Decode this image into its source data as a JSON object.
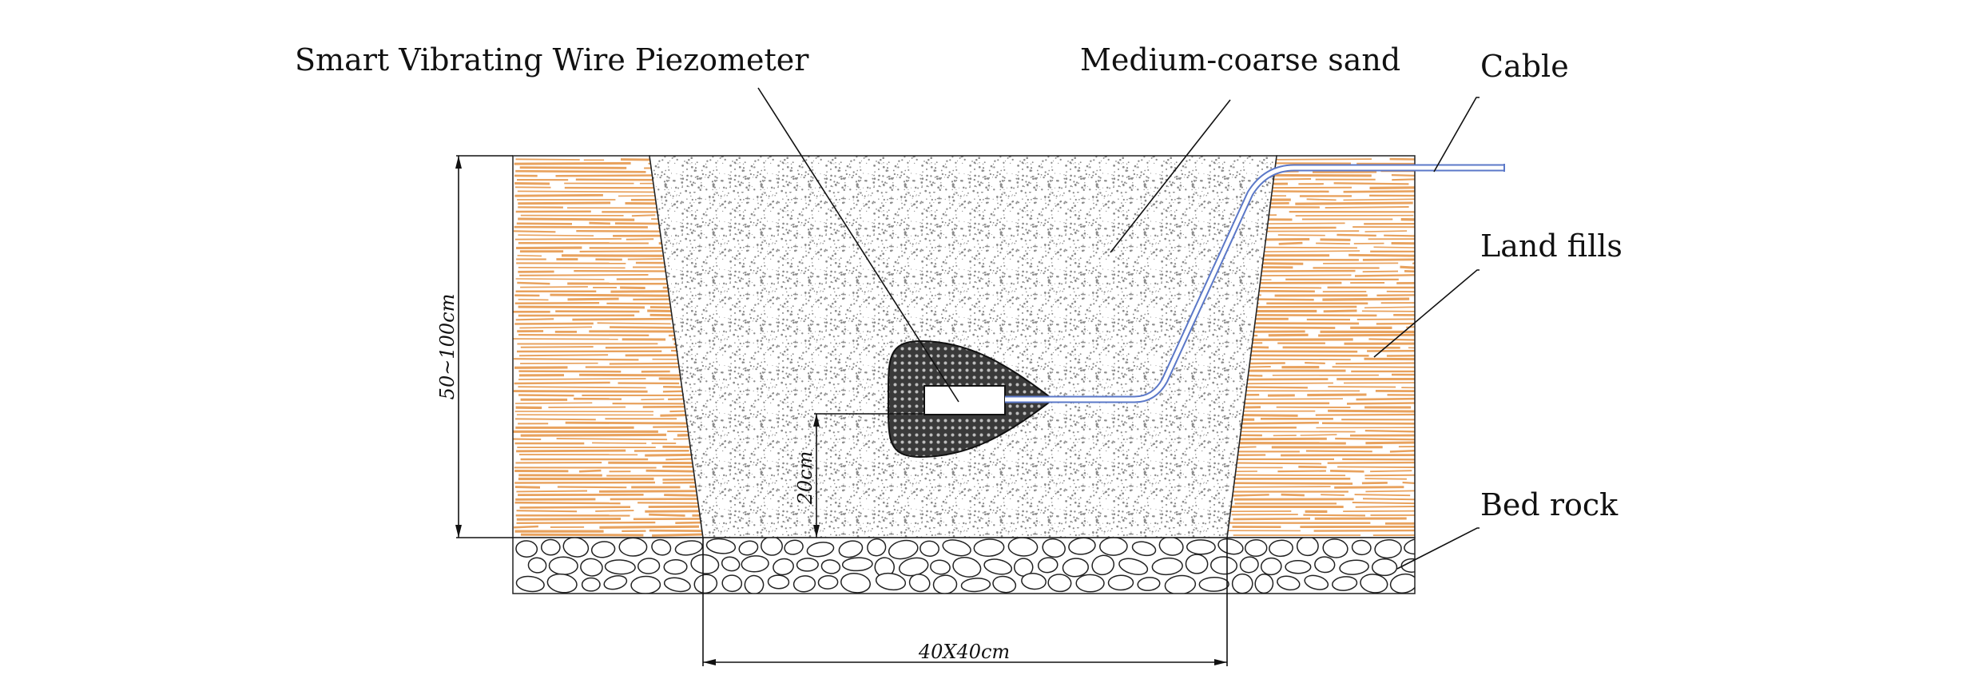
{
  "labels": {
    "piezometer": "Smart Vibrating Wire Piezometer",
    "sand": "Medium-coarse sand",
    "cable": "Cable",
    "land_fills": "Land fills",
    "bed_rock": "Bed rock"
  },
  "dimensions": {
    "height": "50~100cm",
    "offset": "20cm",
    "width": "40X40cm"
  },
  "colors": {
    "landfill": "#e8a25e",
    "sand": "#8a8a8a",
    "cable": "#5b78c8",
    "line": "#111111"
  }
}
